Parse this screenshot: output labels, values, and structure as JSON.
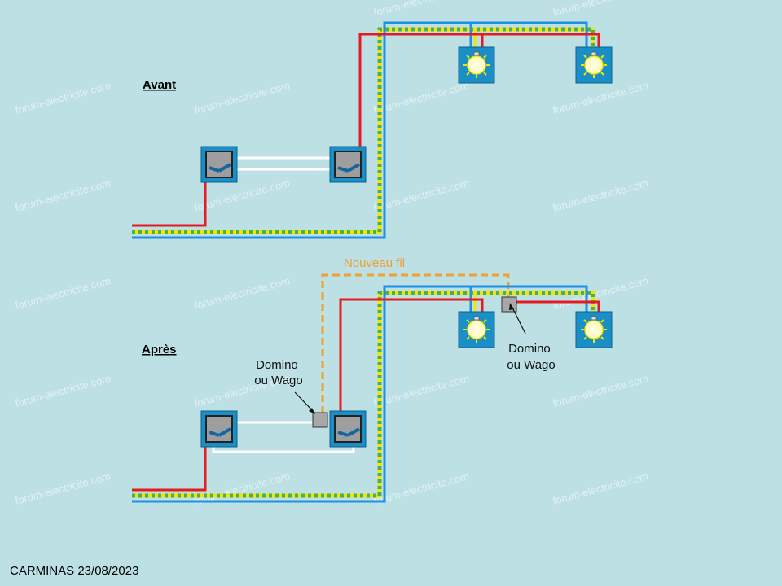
{
  "colors": {
    "background": "#bde0e4",
    "phase": "#e41b23",
    "neutral": "#1e90e8",
    "earth_yellow": "#f2e600",
    "earth_green": "#4caf50",
    "new_wire": "#f0a030",
    "traveller": "#ffffff",
    "box": "#1a8fc7",
    "connector": "#a8a8a8"
  },
  "icons": [
    "switch-icon",
    "lamp-icon",
    "connector-block-icon"
  ],
  "headings": {
    "before": "Avant",
    "after": "Après"
  },
  "labels": {
    "new_wire": "Nouveau fil",
    "domino_left_line1": "Domino",
    "domino_left_line2": "ou Wago",
    "domino_right_line1": "Domino",
    "domino_right_line2": "ou Wago"
  },
  "watermark": "forum-electricite.com",
  "credit": "CARMINAS 23/08/2023"
}
